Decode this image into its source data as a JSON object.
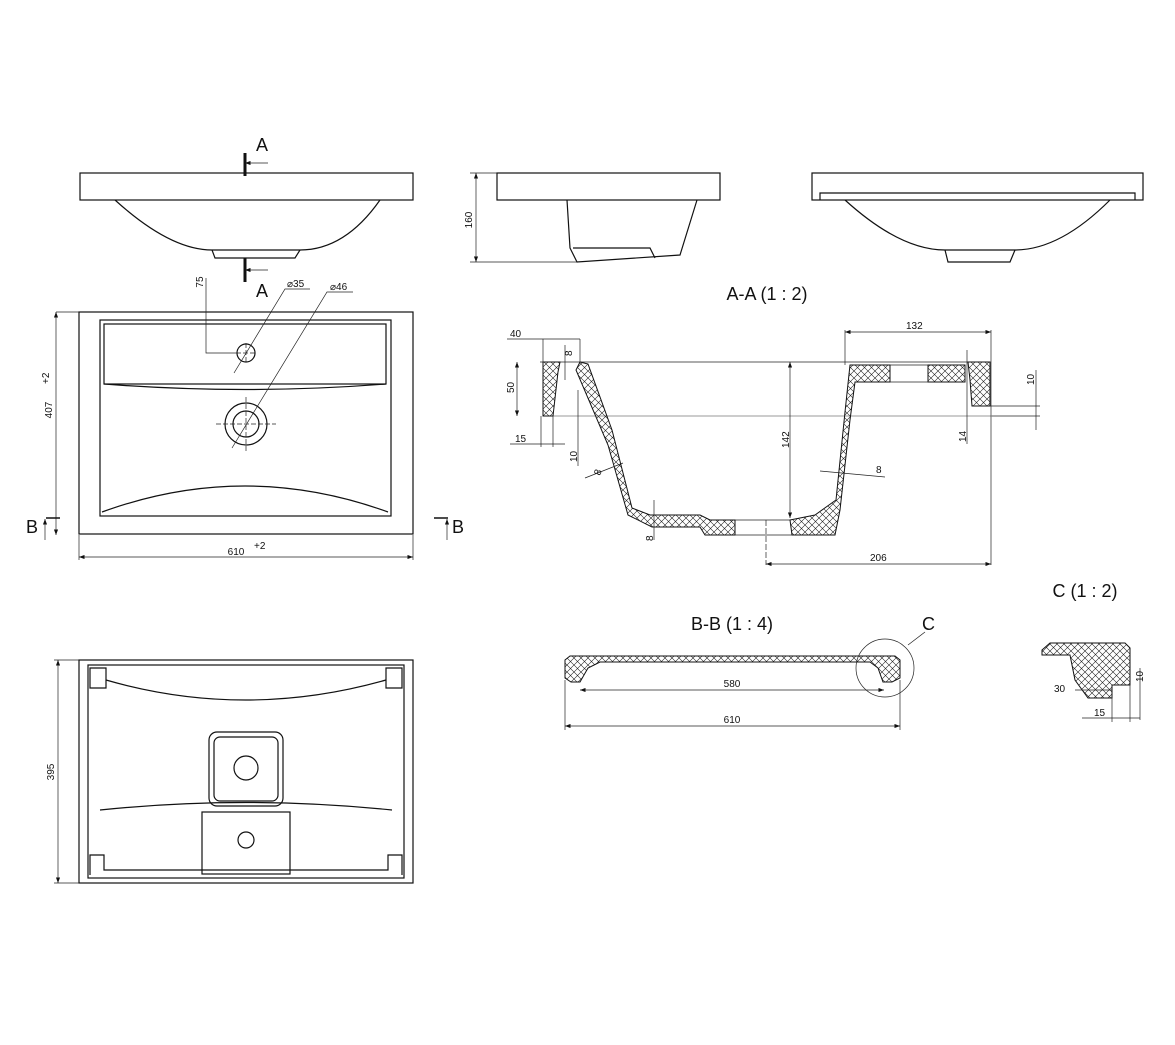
{
  "section_marks": {
    "a_top": "A",
    "a_bottom": "A",
    "b_left": "B",
    "b_right": "B",
    "c_callout": "C"
  },
  "titles": {
    "section_aa": "A-A (1 : 2)",
    "section_bb": "B-B (1 : 4)",
    "detail_c": "C (1 : 2)"
  },
  "side_view": {
    "height": "160"
  },
  "plan_view": {
    "tap_offset": "75",
    "tap_hole": "⌀35",
    "drain_hole": "⌀46",
    "depth": "407",
    "depth_tol": "+2",
    "width": "610",
    "width_tol": "+2"
  },
  "section_aa": {
    "d40": "40",
    "d8_top": "8",
    "d50": "50",
    "d15": "15",
    "d10_left": "10",
    "d8_wall_left": "8",
    "d142": "142",
    "d8_wall_right": "8",
    "d132": "132",
    "d10_right": "10",
    "d14": "14",
    "d8_bottom": "8",
    "d206": "206"
  },
  "section_bb": {
    "inner": "580",
    "outer": "610"
  },
  "detail_c": {
    "d30": "30",
    "d15": "15",
    "d10": "10"
  },
  "bottom_view": {
    "depth": "395"
  }
}
